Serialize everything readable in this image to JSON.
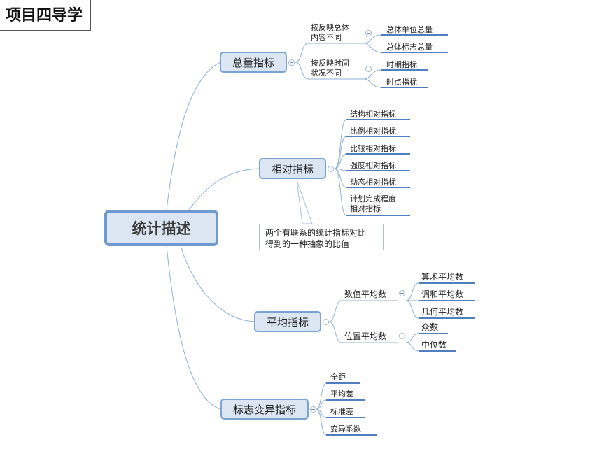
{
  "header": {
    "title": "项目四导学"
  },
  "mindmap": {
    "root": "统计描述",
    "branches": [
      {
        "label": "总量指标",
        "groups": [
          {
            "label": "按反映总体\n内容不同",
            "items": [
              "总体单位总量",
              "总体标志总量"
            ]
          },
          {
            "label": "按反映时间\n状况不同",
            "items": [
              "时期指标",
              "时点指标"
            ]
          }
        ]
      },
      {
        "label": "相对指标",
        "items": [
          "结构相对指标",
          "比例相对指标",
          "比较相对指标",
          "强度相对指标",
          "动态相对指标",
          "计划完成程度\n相对指标"
        ],
        "note": "两个有联系的统计指标对比\n得到的一种抽象的比值"
      },
      {
        "label": "平均指标",
        "groups": [
          {
            "label": "数值平均数",
            "items": [
              "算术平均数",
              "调和平均数",
              "几何平均数"
            ]
          },
          {
            "label": "位置平均数",
            "items": [
              "众数",
              "中位数"
            ]
          }
        ]
      },
      {
        "label": "标志变异指标",
        "items": [
          "全距",
          "平均差",
          "标准差",
          "变异系数"
        ]
      }
    ]
  }
}
